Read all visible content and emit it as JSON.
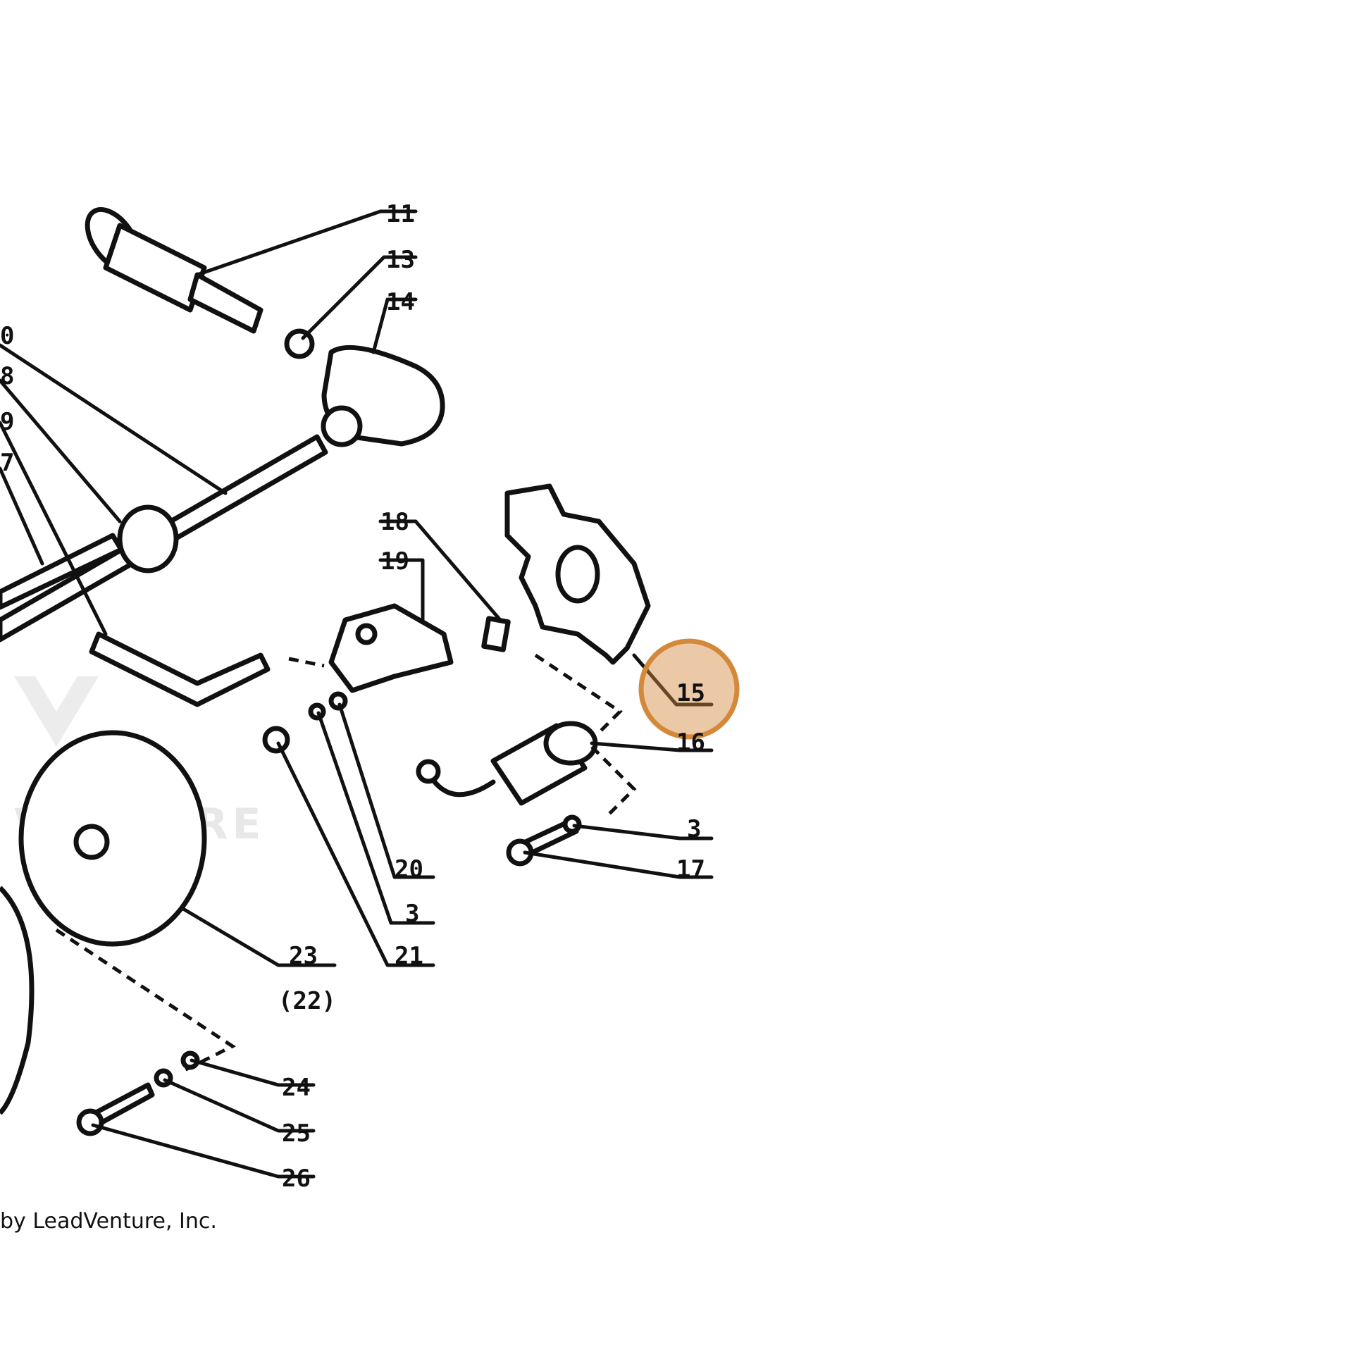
{
  "diagram": {
    "labels": [
      "11",
      "13",
      "14",
      "18",
      "19",
      "15",
      "16",
      "3",
      "17",
      "20",
      "3",
      "21",
      "23",
      "(22)",
      "24",
      "25",
      "26",
      "0",
      "8",
      "9",
      "7"
    ],
    "watermark": "VENTURE",
    "highlight_label": "15",
    "highlight_color": "#d4883a",
    "copyright": "by LeadVenture, Inc."
  }
}
